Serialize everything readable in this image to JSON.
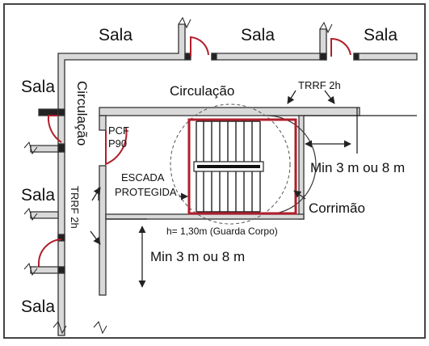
{
  "labels": {
    "room": "Sala",
    "circulation": "Circulação",
    "fire_door_line1": "PCF",
    "fire_door_line2": "P90",
    "stair_line1": "ESCADA",
    "stair_line2": "PROTEGIDA",
    "fire_rating": "TRRF 2h",
    "guard_height": "h= 1,30m (Guarda Corpo)",
    "min_distance": "Min 3 m ou 8 m",
    "handrail": "Corrimão"
  },
  "colors": {
    "wall_fill": "#d9d9d9",
    "wall_stroke": "#333333",
    "handrail": "#b01e2a",
    "door_arc": "#b01e2a",
    "line": "#222222"
  }
}
